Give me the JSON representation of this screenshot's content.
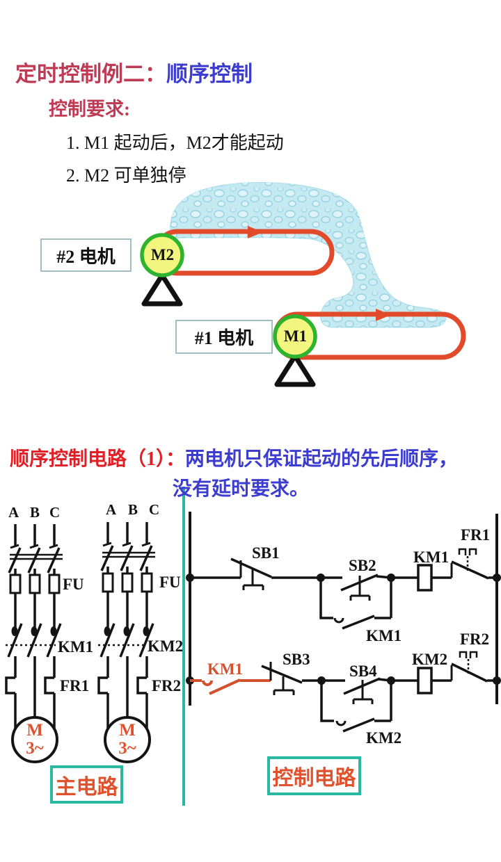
{
  "slide": {
    "title": {
      "red": "定时控制例二：",
      "blue": "顺序控制"
    },
    "requirements": {
      "heading": "控制要求:",
      "items": [
        "1. M1 起动后，M2才能起动",
        "2. M2 可单独停"
      ]
    },
    "conveyor": {
      "belt2_box": "#2  电机",
      "belt2_motor": "M2",
      "belt1_box": "#1  电机",
      "belt1_motor": "M1"
    },
    "section": {
      "red": "顺序控制电路（1）：",
      "blue1": "两电机只保证起动的先后顺序，",
      "blue2": "没有延时要求。"
    },
    "main_circuit": {
      "caption": "主电路",
      "branch1": {
        "phases": [
          "A",
          "B",
          "C"
        ],
        "fuse": "FU",
        "contactor": "KM1",
        "overload": "FR1",
        "motor_top": "M",
        "motor_bottom": "3~"
      },
      "branch2": {
        "phases": [
          "A",
          "B",
          "C"
        ],
        "fuse": "FU",
        "contactor": "KM2",
        "overload": "FR2",
        "motor_top": "M",
        "motor_bottom": "3~"
      }
    },
    "control_circuit": {
      "caption": "控制电路",
      "rung1": {
        "stop": "SB1",
        "start": "SB2",
        "seal": "KM1",
        "coil": "KM1",
        "overload": "FR1"
      },
      "rung2": {
        "interlock": "KM1",
        "stop": "SB3",
        "start": "SB4",
        "seal": "KM2",
        "coil": "KM2",
        "overload": "FR2"
      }
    },
    "colors": {
      "title_red": "#c03a55",
      "section_red": "#e01f26",
      "blue": "#3c3cce",
      "belt": "#e24a2c",
      "motor_fill": "#f3f67e",
      "motor_border": "#2db32d",
      "teal": "#29b9a2",
      "orange": "#e0512d",
      "material": "#c5e9f1",
      "highlight_contact": "#d2512e"
    }
  }
}
